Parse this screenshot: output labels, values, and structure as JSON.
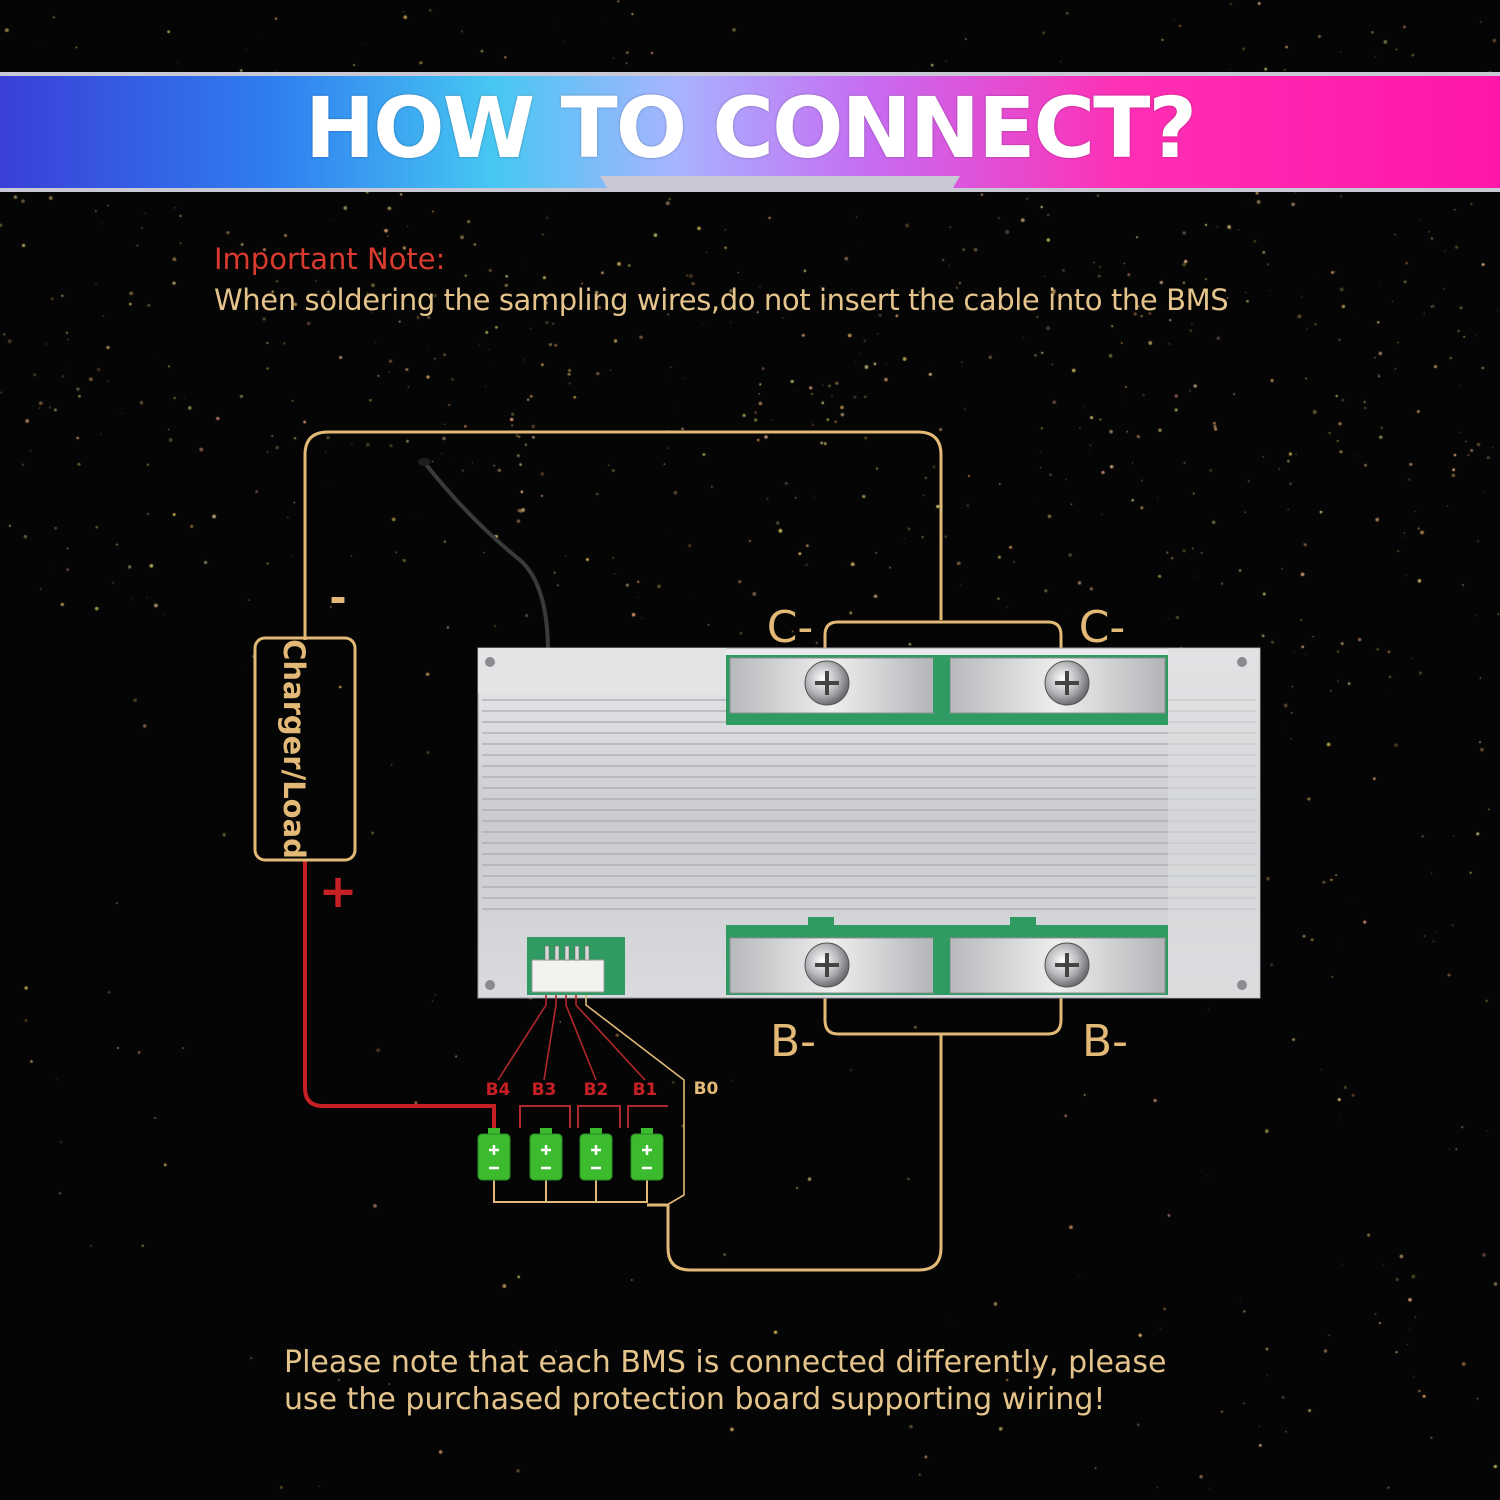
{
  "header": {
    "title": "HOW TO CONNECT?"
  },
  "note": {
    "title": "Important Note:",
    "text": "When soldering the sampling wires,do not insert the cable into the BMS"
  },
  "diagram": {
    "device": "Charger/Load",
    "minus": "-",
    "plus": "+",
    "c_minus_left": "C-",
    "c_minus_right": "C-",
    "b_minus_left": "B-",
    "b_minus_right": "B-",
    "b4": "B4",
    "b3": "B3",
    "b2": "B2",
    "b1": "B1",
    "b0": "B0"
  },
  "footer": {
    "line1": "Please note that each BMS is connected differently, please",
    "line2": "use the purchased protection board supporting wiring!"
  },
  "colors": {
    "wire_gold": "#e2b976",
    "wire_red": "#c62024",
    "note_red": "#d83a2e",
    "text_gold": "#e5c48c",
    "battery_green": "#3dbb2f"
  },
  "icons": [
    "screw-icon",
    "battery-icon",
    "sensor-probe-icon"
  ]
}
